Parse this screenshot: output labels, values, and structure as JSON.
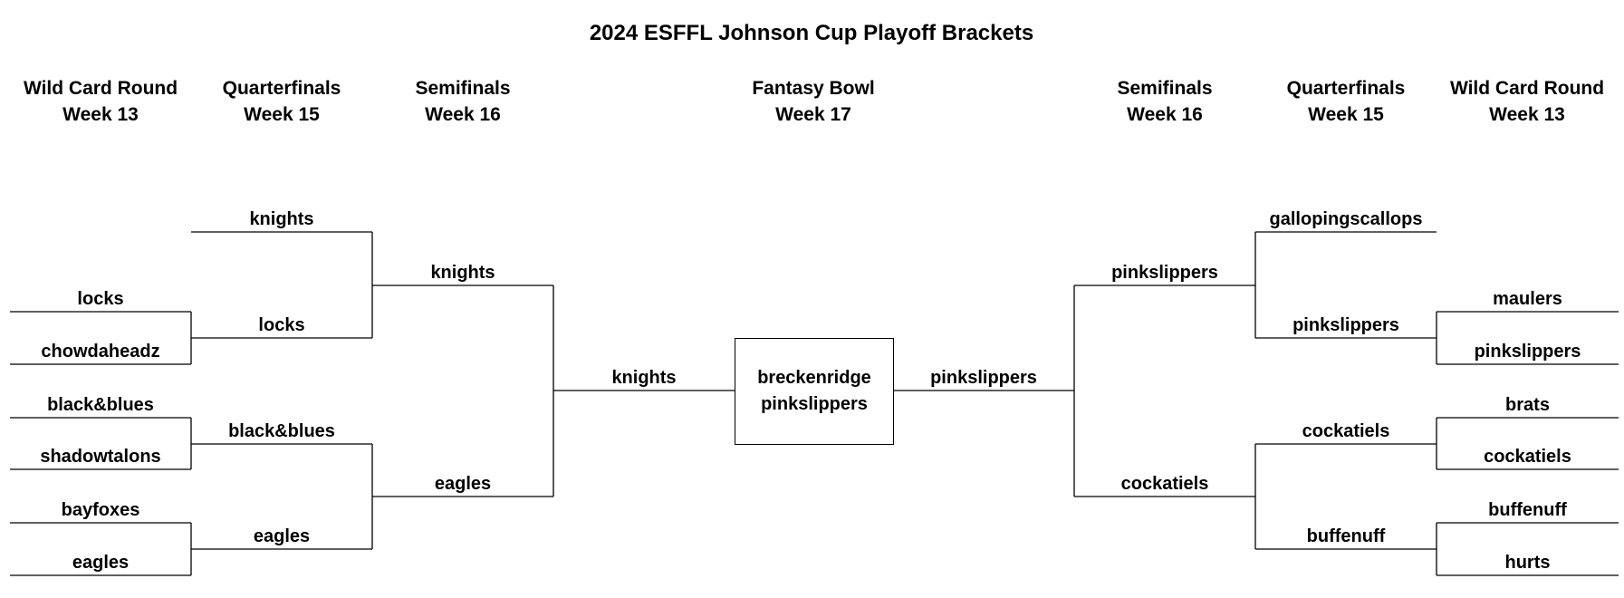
{
  "title": "2024 ESFFL Johnson Cup Playoff Brackets",
  "headers": {
    "left": [
      {
        "round": "Wild Card Round",
        "week": "Week 13"
      },
      {
        "round": "Quarterfinals",
        "week": "Week 15"
      },
      {
        "round": "Semifinals",
        "week": "Week 16"
      }
    ],
    "center": {
      "round": "Fantasy Bowl",
      "week": "Week 17"
    },
    "right": [
      {
        "round": "Semifinals",
        "week": "Week 16"
      },
      {
        "round": "Quarterfinals",
        "week": "Week 15"
      },
      {
        "round": "Wild Card Round",
        "week": "Week 13"
      }
    ]
  },
  "bracket": {
    "left": {
      "wild_card": [
        "locks",
        "chowdaheadz",
        "black&blues",
        "shadowtalons",
        "bayfoxes",
        "eagles"
      ],
      "quarterfinals": [
        "knights",
        "locks",
        "black&blues",
        "eagles"
      ],
      "semifinals": [
        "knights",
        "eagles"
      ],
      "finalist": "knights"
    },
    "right": {
      "wild_card": [
        "maulers",
        "pinkslippers",
        "brats",
        "cockatiels",
        "buffenuff",
        "hurts"
      ],
      "quarterfinals": [
        "gallopingscallops",
        "pinkslippers",
        "cockatiels",
        "buffenuff"
      ],
      "semifinals": [
        "pinkslippers",
        "cockatiels"
      ],
      "finalist": "pinkslippers"
    },
    "fantasy_bowl": [
      "breckenridge",
      "pinkslippers"
    ]
  }
}
